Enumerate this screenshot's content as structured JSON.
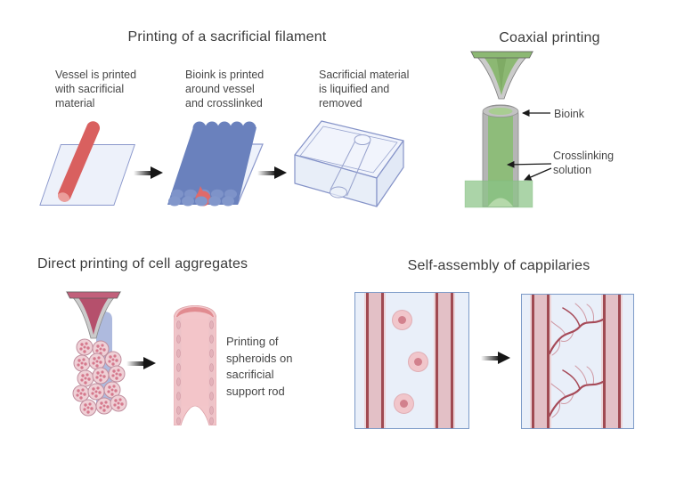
{
  "background": "#ffffff",
  "palette": {
    "text": "#3f3f3f",
    "arrow_black": "#161616",
    "plate_fill": "#edf1fa",
    "plate_border": "#8b98cc",
    "sacrificial_red": "#d9605f",
    "bioink_blue": "#6a81bd",
    "filament_light_blue": "#8297cb",
    "nozzle_gray": "#cbcbcb",
    "bioink_green": "#8cbd77",
    "bath_green": "#8bc487",
    "nozzle_crimson": "#b5506c",
    "support_rod_blue": "#aebade",
    "spheroid_pink": "#efd0d6",
    "vessel_tube_pink": "#f3c6ca",
    "channel_pink": "#e3c0c6",
    "channel_edge_red": "#a04a52",
    "capillary_red": "#a64a58",
    "panel_fill": "#e9eff9",
    "panel_border": "#7d9bc8"
  },
  "sections": {
    "sacrificial_filament": {
      "title": "Printing of a sacrificial filament",
      "steps": [
        {
          "caption": "Vessel is printed\nwith sacrificial\nmaterial"
        },
        {
          "caption": "Bioink is printed\naround vessel\nand crosslinked"
        },
        {
          "caption": "Sacrificial material\nis liquified and\nremoved"
        }
      ]
    },
    "coaxial": {
      "title": "Coaxial printing",
      "labels": {
        "bioink": "Bioink",
        "crosslinking": "Crosslinking\nsolution"
      }
    },
    "direct_printing": {
      "title": "Direct printing of cell aggregates",
      "caption": "Printing of\nspheroids on\nsacrificial\nsupport rod"
    },
    "self_assembly": {
      "title": "Self-assembly of cappilaries"
    }
  }
}
